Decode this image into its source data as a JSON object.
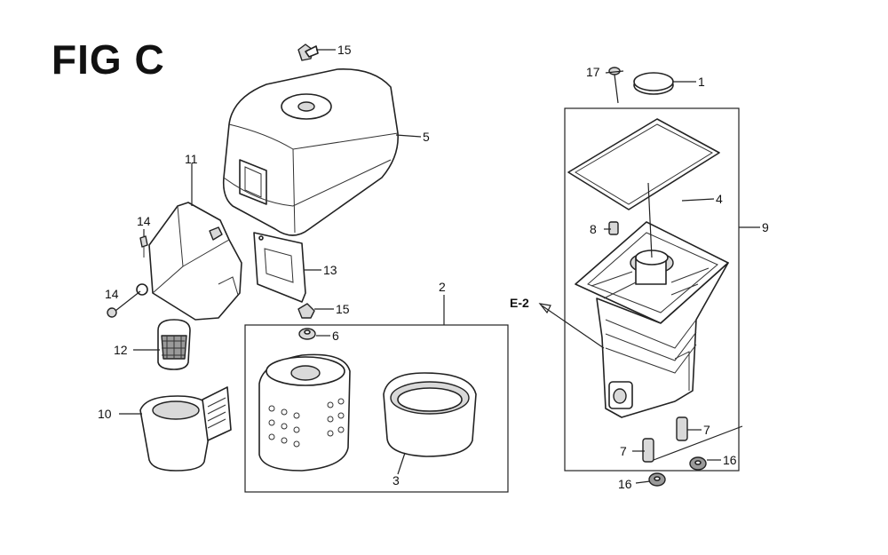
{
  "figure": {
    "title": "FIG C"
  },
  "callouts": {
    "c1": "1",
    "c2": "2",
    "c3": "3",
    "c4": "4",
    "c5": "5",
    "c6": "6",
    "c7a": "7",
    "c7b": "7",
    "c8": "8",
    "c9": "9",
    "c10": "10",
    "c11": "11",
    "c12": "12",
    "c13": "13",
    "c14a": "14",
    "c14b": "14",
    "c15a": "15",
    "c15b": "15",
    "c16a": "16",
    "c16b": "16",
    "c17": "17",
    "ref": "E-2"
  },
  "colors": {
    "line": "#222222",
    "shade": "#d9d9d9",
    "dark": "#9a9a9a",
    "background": "#ffffff"
  }
}
